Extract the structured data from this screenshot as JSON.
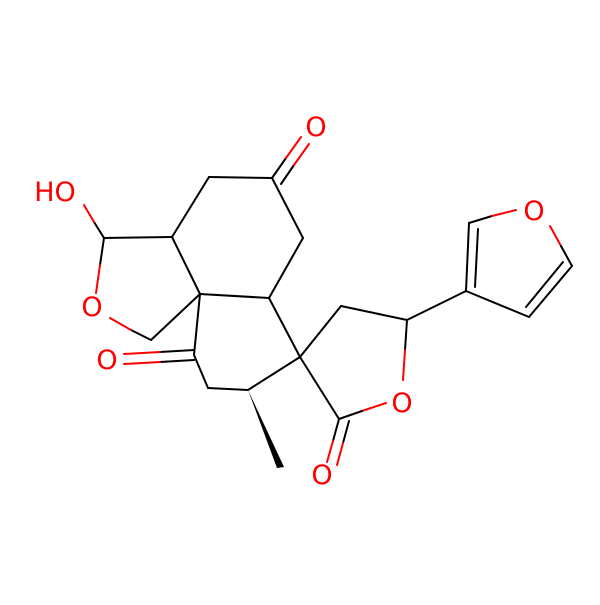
{
  "molecule": {
    "atom_labels": {
      "hydroxyl": "HO",
      "lactol_oxygen": "O",
      "ketone_top": "O",
      "ketone_left": "O",
      "lactone_ring_oxygen": "O",
      "lactone_carbonyl": "O",
      "furan_oxygen": "O"
    },
    "colors": {
      "bond": "#000000",
      "oxygen": "#ff0000",
      "background": "#ffffff"
    }
  }
}
